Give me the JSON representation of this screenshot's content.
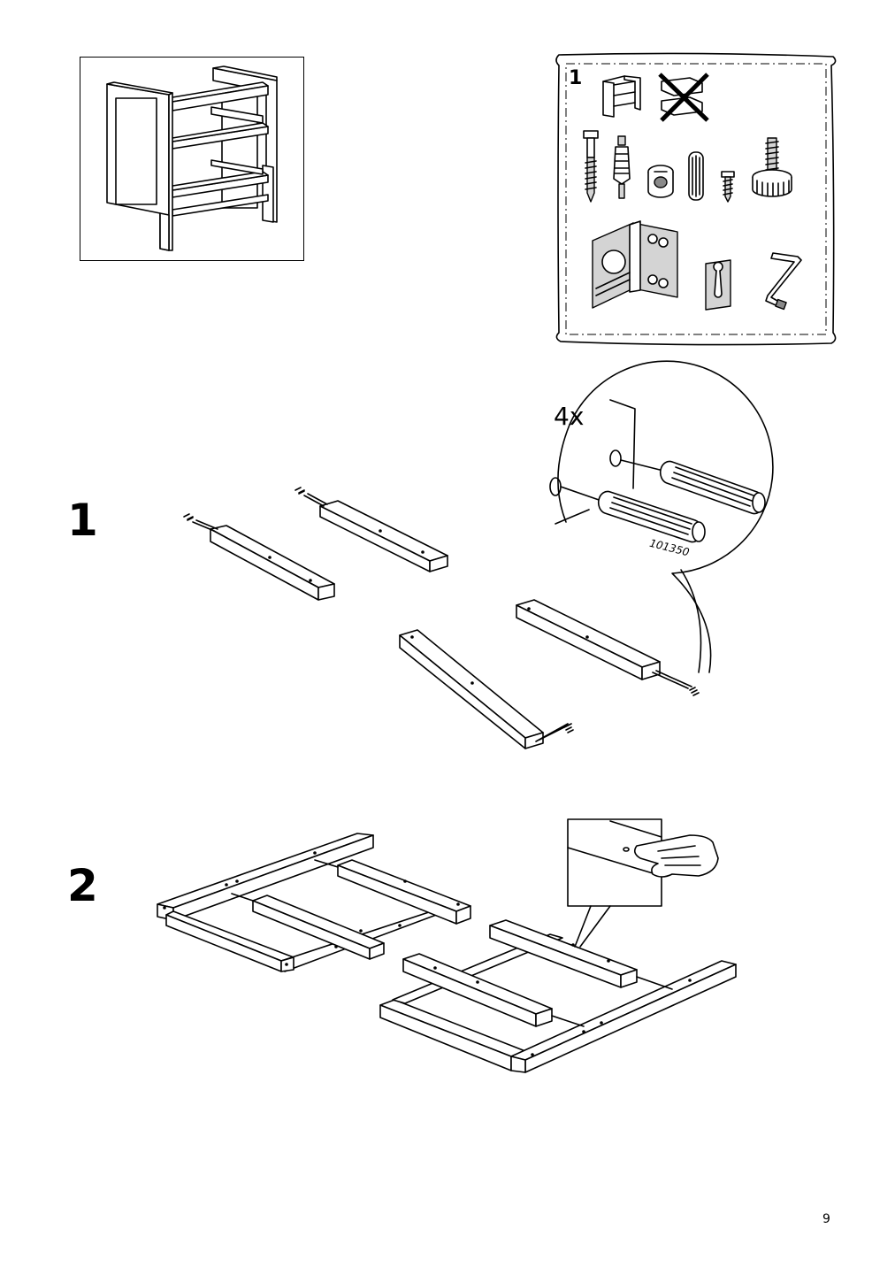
{
  "overview": {
    "panel_number": "1",
    "part_code": "101350",
    "quantity": "4x"
  },
  "steps": [
    {
      "number": "1"
    },
    {
      "number": "2"
    }
  ],
  "page": {
    "number": "9"
  },
  "icons": {
    "product": "cabinet-frame-illustration",
    "exclude": "cross-out-icon",
    "tools": [
      "screw-icon",
      "dowel-connector-icon",
      "cam-lock-icon",
      "wooden-dowel-icon",
      "small-screw-icon",
      "adjustable-foot-icon",
      "corner-bracket-icon",
      "wall-hanger-icon",
      "allen-key-icon"
    ],
    "hint": "press-finger-icon"
  }
}
